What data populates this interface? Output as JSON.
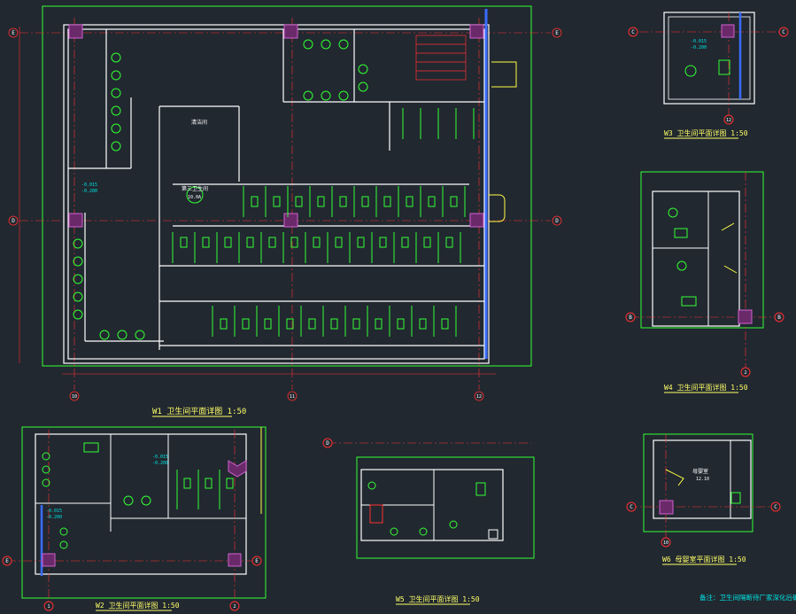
{
  "colors": {
    "background": "#212830",
    "wall": "#ffffff",
    "dimension": "#ff3030",
    "fixture": "#33ff33",
    "annotation": "#00e5e5",
    "column": "#b040b0",
    "door": "#ffff44",
    "glass": "#3a6cff",
    "title": "#ffff66"
  },
  "plans": [
    {
      "id": "w1",
      "title": "W1 卫生间平面详图 1:50",
      "axes_h": [
        "E",
        "D"
      ],
      "axes_v": [
        "10",
        "11",
        "12"
      ]
    },
    {
      "id": "w2",
      "title": "W2 卫生间平面详图 1:50",
      "axes_h": [
        "E"
      ],
      "axes_v": [
        "1",
        "2"
      ]
    },
    {
      "id": "w3",
      "title": "W3 卫生间平面详图 1:50",
      "axes_h": [
        "C"
      ],
      "axes_v": [
        "12"
      ]
    },
    {
      "id": "w4",
      "title": "W4 卫生间平面详图 1:50",
      "axes_h": [
        "B"
      ],
      "axes_v": [
        "2"
      ]
    },
    {
      "id": "w5",
      "title": "W5 卫生间平面详图 1:50",
      "axes_h": [
        "D"
      ],
      "axes_v": []
    },
    {
      "id": "w6",
      "title": "W6 母婴室平面详图 1:50",
      "axes_h": [
        "C"
      ],
      "axes_v": [
        "10"
      ]
    }
  ],
  "room_labels": {
    "w1_accessible": "第三卫生间",
    "w1_accessible_area": "10.0A",
    "w1_janitor": "清洁间",
    "w6_room": "母婴室",
    "w6_area": "12.10"
  },
  "elevations": {
    "floor_low": "-0.015",
    "floor_drop": "-0.200"
  },
  "note": "备注：卫生间隔断待厂家深化后确定"
}
